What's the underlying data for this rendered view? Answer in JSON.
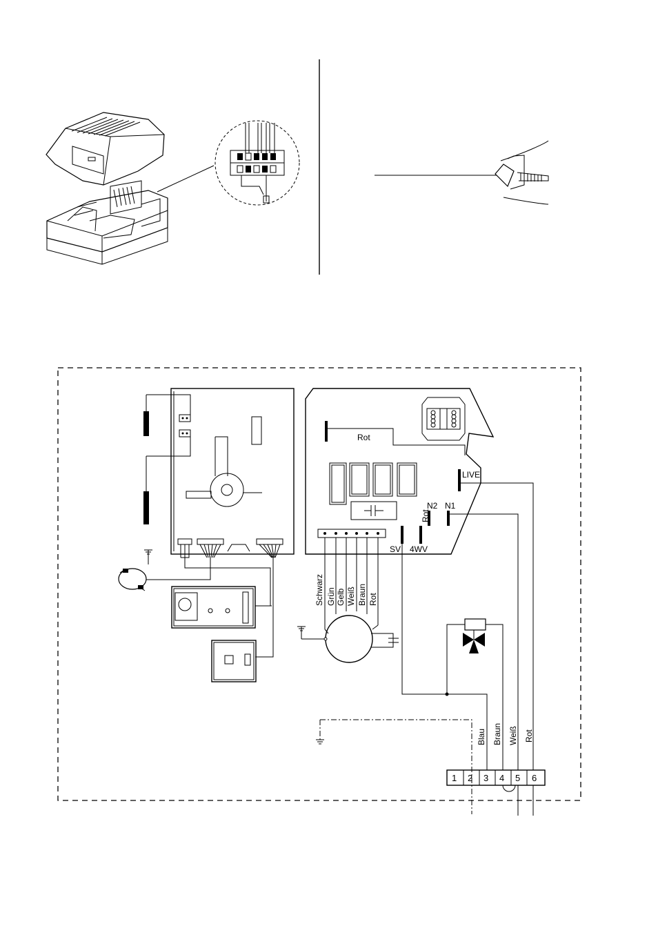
{
  "colors": {
    "ink": "#000000",
    "paper": "#ffffff",
    "shade": "#e6e6e6"
  },
  "icons": [
    "controller-housing-illustration",
    "terminal-block-detail-icon",
    "cable-gland-illustration",
    "fan-motor-symbol",
    "three-way-valve-symbol",
    "earth-ground-icon",
    "flame-sensor-coil-icon",
    "capacitor-symbol",
    "transformer-symbol"
  ],
  "labels": {
    "rot_top": "Rot",
    "live": "LIVE",
    "n2": "N2",
    "n1": "N1",
    "rot_mid": "Rot",
    "sv": "SV",
    "wv4": "4WV"
  },
  "motor_wires": [
    "Schwarz",
    "Grün",
    "Gelb",
    "Weiß",
    "Braun",
    "Rot"
  ],
  "mains_wires": [
    "Blau",
    "Braun",
    "Weiß",
    "Rot"
  ],
  "terminals": [
    "1",
    "2",
    "3",
    "4",
    "5",
    "6"
  ]
}
